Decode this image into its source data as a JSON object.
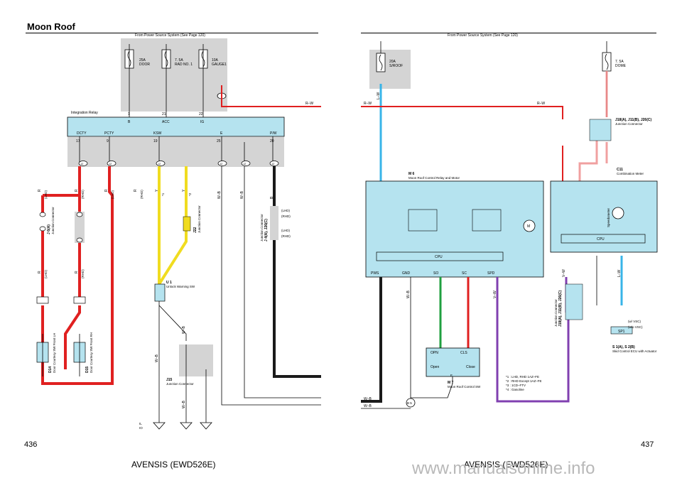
{
  "page": {
    "title": "Moon Roof",
    "left_page_number": "436",
    "right_page_number": "437",
    "footer_left": "AVENSIS (EWD526E)",
    "footer_right": "AVENSIS (EWD526E)",
    "watermark": "www.manualsonline.info"
  },
  "left": {
    "source_note": "From Power Source System (See Page 120)",
    "fuses": [
      {
        "amp": "25A",
        "name": "DOOR"
      },
      {
        "amp": "7. 5A",
        "name": "RAD NO. 1"
      },
      {
        "amp": "10A",
        "name": "GAUGE1"
      }
    ],
    "relay_label": "Integration Relay",
    "relay_top_pins": [
      "1",
      "21",
      "22"
    ],
    "relay_top_terms": [
      "B",
      "ACC",
      "IG"
    ],
    "relay_bottom_terms": [
      "DCTY",
      "PCTY",
      "KSW",
      "E",
      "P/W"
    ],
    "relay_bottom_pins": [
      "17",
      "9",
      "19",
      "25",
      "20"
    ],
    "connectors": [
      "I2",
      "I2",
      "I2",
      "I2",
      "I2",
      "I2"
    ],
    "wire_rw": "R–W",
    "j6": {
      "id": "J 6(A)",
      "desc": "Junction Connector"
    },
    "j22": {
      "id": "J22",
      "desc": "Junction Connector"
    },
    "j4": {
      "id": "J 4(A), J26(C)",
      "desc": "Junction Connector"
    },
    "lhd": "(LHD)",
    "rhd": "(RHD)",
    "d14": {
      "id": "D14",
      "desc": "Door Courtesy SW Front LH"
    },
    "d15": {
      "id": "D15",
      "desc": "Door Courtesy SW Front RH"
    },
    "u1": {
      "id": "U 1",
      "desc": "Unlock Warning SW"
    },
    "j15": {
      "id": "J15",
      "desc": "Junction Connector"
    },
    "wire_colors": [
      "R",
      "Y",
      "W–B",
      "B"
    ],
    "note1": "*1",
    "note2": "*2",
    "ground_labels": [
      "IL",
      "IO"
    ]
  },
  "right": {
    "source_note": "From Power Source System (See Page 120)",
    "fuse_sroof": {
      "amp": "20A",
      "name": "S/ROOF"
    },
    "fuse_dome": {
      "amp": "7. 5A",
      "name": "DOME"
    },
    "m6": {
      "id": "M 6",
      "desc": "Moon Roof Control Relay and Motor"
    },
    "m6_terms": [
      "PWS",
      "GND",
      "SO",
      "SC",
      "SPD"
    ],
    "cpu": "CPU",
    "c11": {
      "id": "C11",
      "desc": "Combination Meter"
    },
    "speedometer": "Speedometer",
    "j18": {
      "id": "J18(A), J11(B), J26(C)",
      "desc": "Junction Connector"
    },
    "j18b": {
      "id": "J18(A), J11(B), J26(C)",
      "desc": "Junction Connector"
    },
    "m7": {
      "id": "M 7",
      "desc": "Moon Roof Control SW"
    },
    "m7_terms": [
      "OPN",
      "CLS",
      "Open",
      "Close",
      "E"
    ],
    "s1": {
      "id": "S 1(A), S 2(B)",
      "desc": "Skid Control ECU with Actuator"
    },
    "sp1": "SP1",
    "vsc1": "(w/ VSC)",
    "vsc2": "(w/o VSC)",
    "b5": "B 5",
    "notes": [
      "*1 : LHD, RHD 1AZ–FE",
      "*2 : RHD Except 1AZ–FE",
      "*3 : 1CD–FTV",
      "*4 : Gasoline"
    ],
    "wire_rw": "R–W",
    "wire_lw": "L–W",
    "wire_wb": "W–B",
    "wire_gw": "V–W"
  }
}
